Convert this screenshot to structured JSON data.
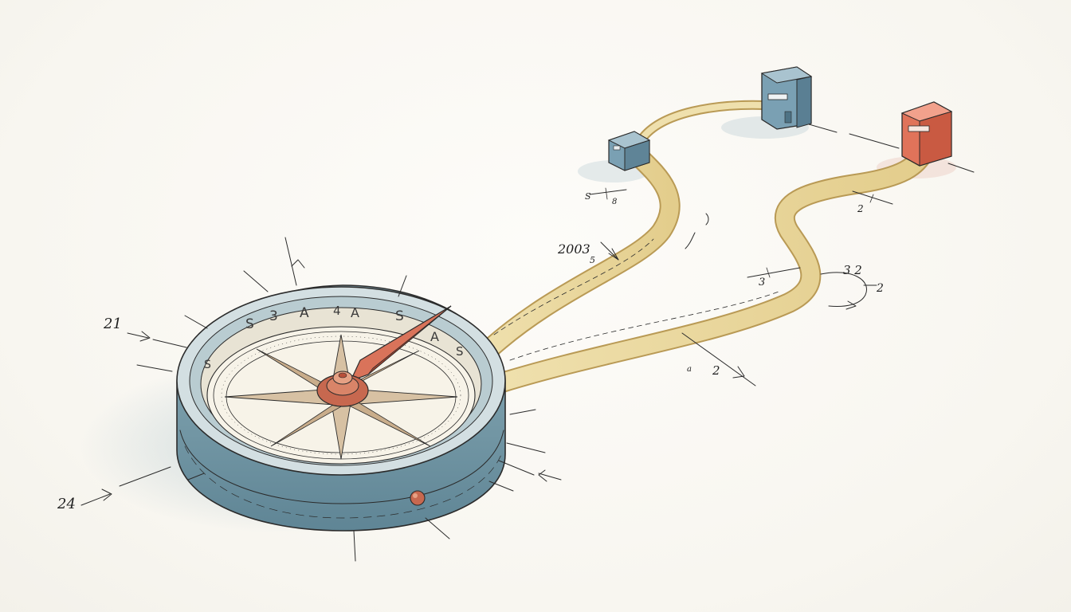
{
  "annotations": {
    "label_21": "21",
    "label_24": "24",
    "label_2003": "2003",
    "label_2003_sub": "5",
    "label_3_2": "3 2",
    "label_2_right": "2",
    "label_3_left": "3",
    "label_2_bottom": "2",
    "label_2_top_right": "2",
    "label_s_left": "S",
    "label_s_bottom": "8",
    "label_small_a": "a",
    "label_small_b": "8"
  },
  "dial": {
    "letters": [
      "S",
      "3",
      "A",
      "4",
      "S",
      "A",
      "S",
      "A",
      "S"
    ]
  },
  "colors": {
    "compass_body": "#7d9fab",
    "compass_body_dark": "#5c7f8d",
    "compass_rim": "#c9d7da",
    "dial_face": "#f7f3e8",
    "needle": "#d9735a",
    "needle_dark": "#a9432e",
    "hub": "#c7684f",
    "ribbon": "#e8d59a",
    "ribbon_edge": "#b99a55",
    "box_blue": "#7aa0b3",
    "box_blue_dark": "#5a7f93",
    "box_red": "#e0735a",
    "box_red_dark": "#b8503a"
  },
  "icons": {
    "compass": "compass-icon",
    "box_small": "blue-box-icon",
    "box_mid": "blue-building-icon",
    "box_red": "red-box-icon"
  }
}
